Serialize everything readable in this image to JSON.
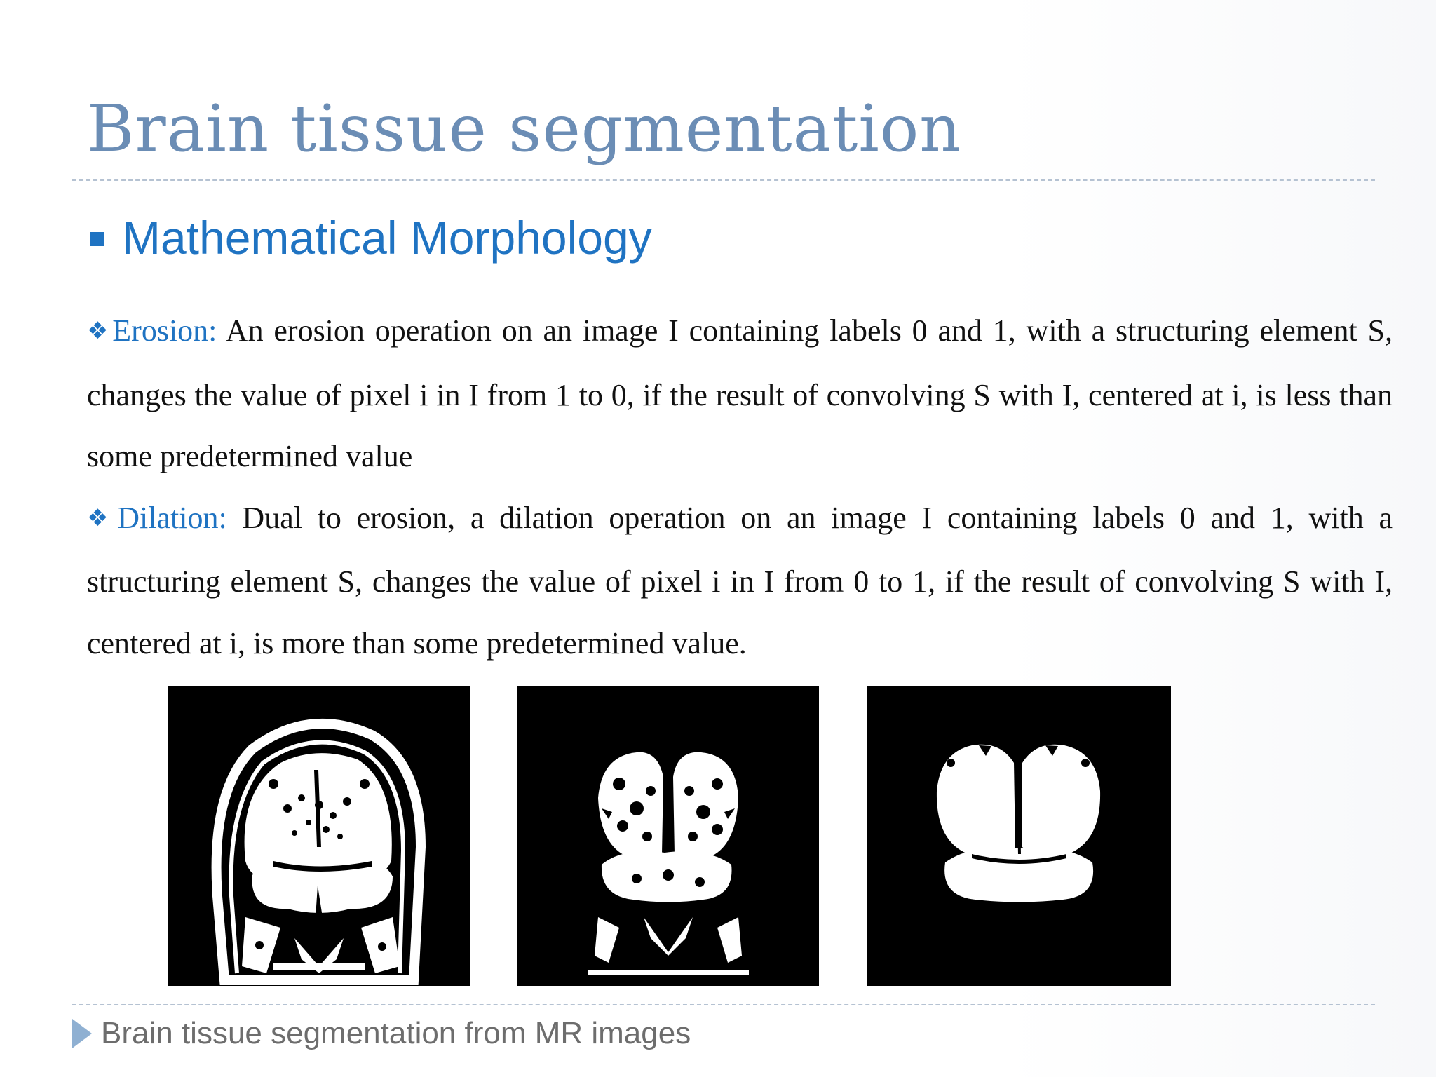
{
  "slide": {
    "title": "Brain tissue segmentation",
    "section": {
      "label": "Mathematical Morphology"
    },
    "paragraphs": [
      {
        "bullet": "❖",
        "term": "Erosion:",
        "text": " An erosion operation on an image I containing labels 0 and 1, with a structuring element S, changes the value of pixel i in I from 1 to 0, if the result of convolving S with I, centered at i, is less than some predetermined value"
      },
      {
        "bullet": "❖",
        "term": "Dilation:",
        "text": "  Dual to erosion, a dilation operation on an image I containing labels 0 and 1, with a structuring element S, changes the value of pixel i in I from 0 to 1, if the result of convolving S with I, centered at i, is more than some predetermined value."
      }
    ],
    "footer": {
      "text": "Brain tissue segmentation from MR images"
    },
    "colors": {
      "title": "#6b8db5",
      "accent": "#1f73c2",
      "body_text": "#111111",
      "footer_text": "#6d6d6d",
      "footer_marker": "#8fb0d2",
      "rule": "#b5c2d2"
    },
    "icons": {
      "section_bullet": "square-bullet-icon",
      "paragraph_bullet": "four-diamond-bullet-icon",
      "footer_marker": "triangle-right-icon"
    }
  }
}
